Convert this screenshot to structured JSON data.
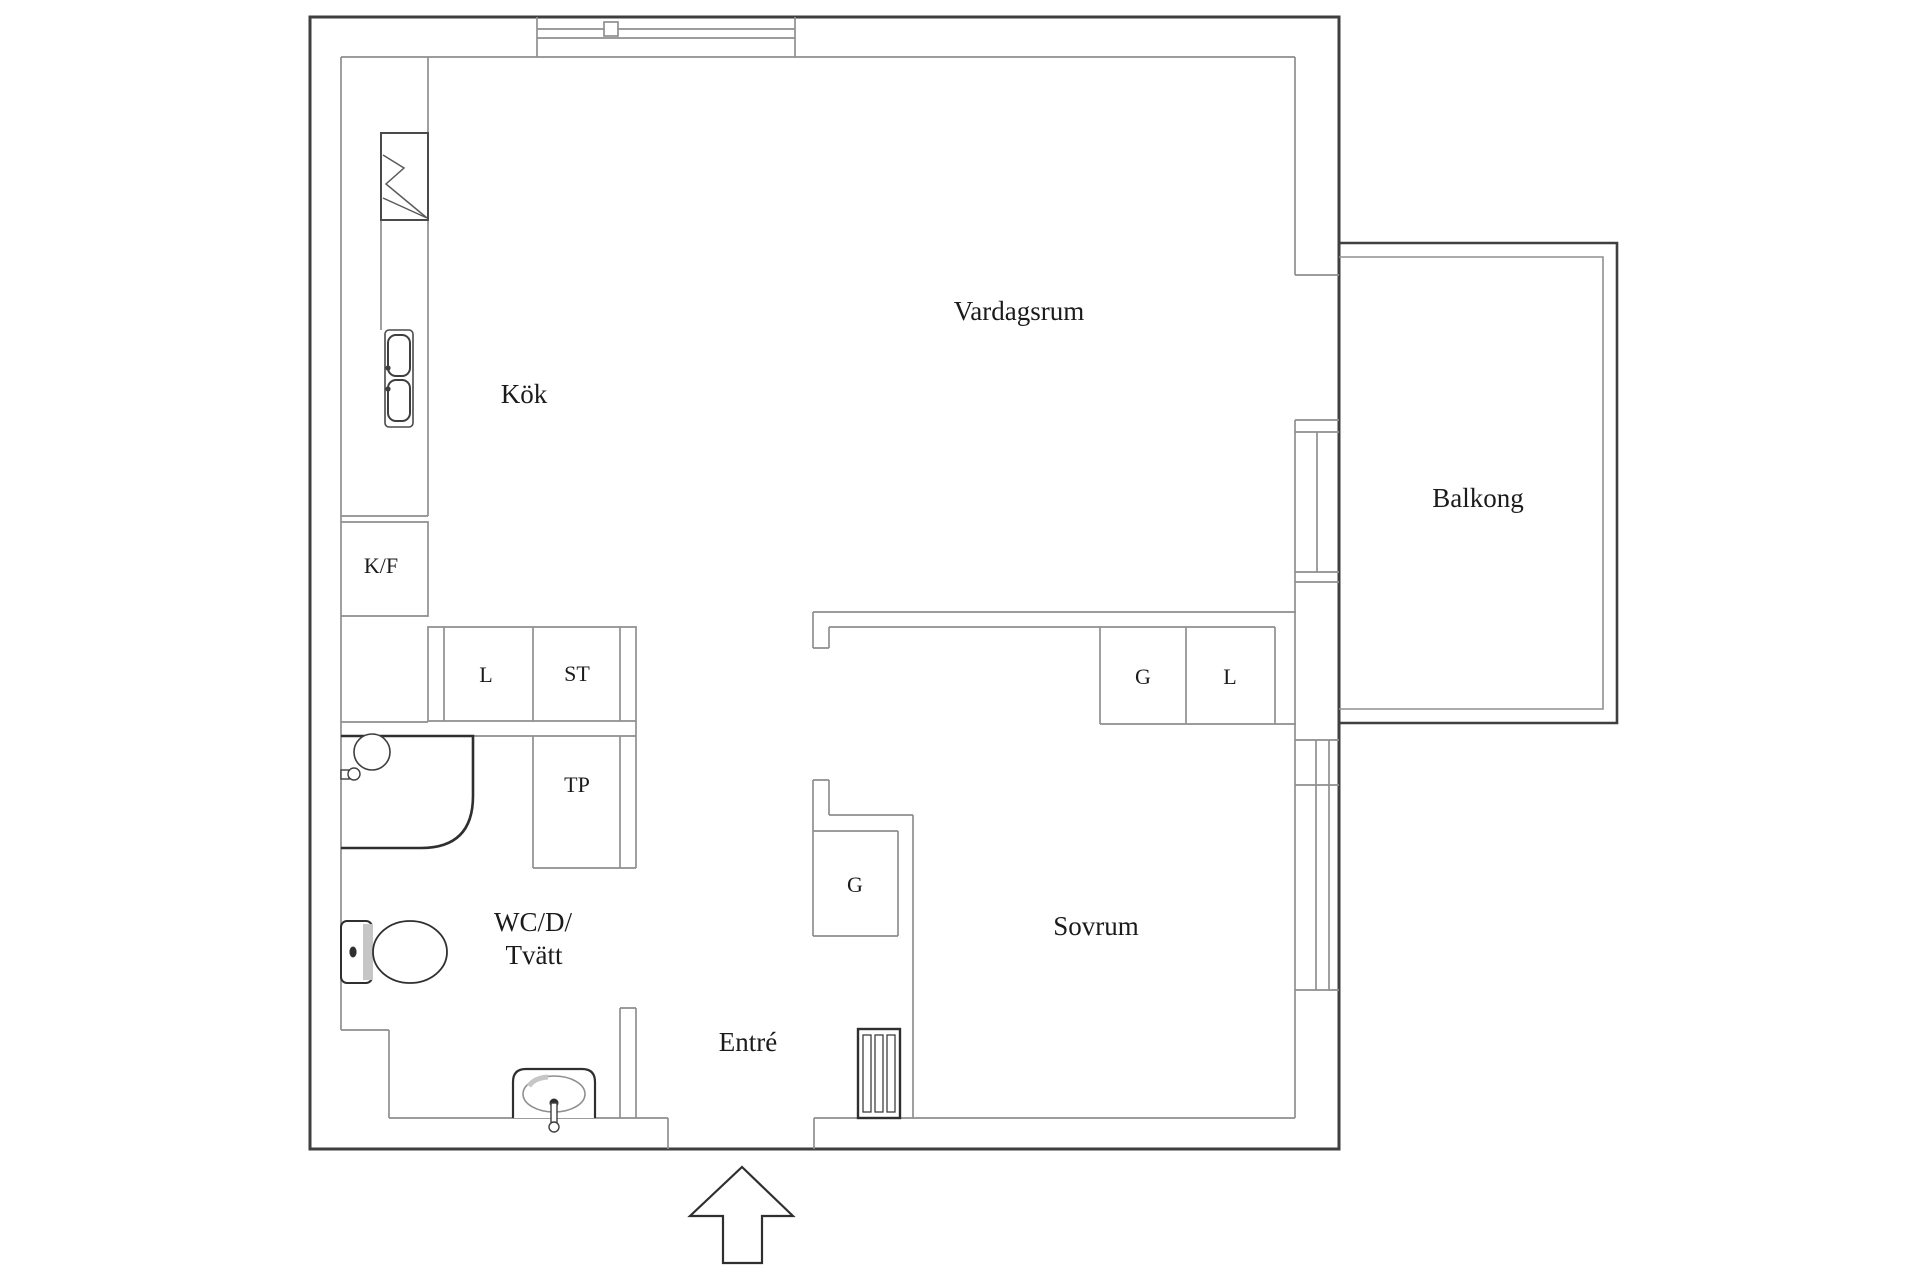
{
  "rooms": {
    "kitchen": {
      "label": "Kök"
    },
    "living_room": {
      "label": "Vardagsrum"
    },
    "balcony": {
      "label": "Balkong"
    },
    "bedroom": {
      "label": "Sovrum"
    },
    "entrance": {
      "label": "Entré"
    },
    "bathroom": {
      "label_line1": "WC/D/",
      "label_line2": "Tvätt"
    }
  },
  "storage": {
    "fridge_freezer": "K/F",
    "hall_closet": "L",
    "hall_cleaning_closet": "ST",
    "drying_cabinet": "TP",
    "bedroom_wardrobe": "G",
    "bedroom_linen_closet": "L",
    "entry_wardrobe": "G"
  },
  "fixtures": [
    "stove",
    "kitchen-sink",
    "window",
    "balcony-door",
    "bedroom-window",
    "shower",
    "shower-mixer",
    "toilet",
    "washbasin",
    "radiator",
    "entry-arrow"
  ],
  "colors": {
    "background": "#ffffff",
    "wall_dark": "#3f3f3f",
    "line_light": "#8f8f8f",
    "text": "#1b1b1b",
    "fill_gray": "#c6c6c6",
    "fill_soft": "#dcdcdc"
  }
}
